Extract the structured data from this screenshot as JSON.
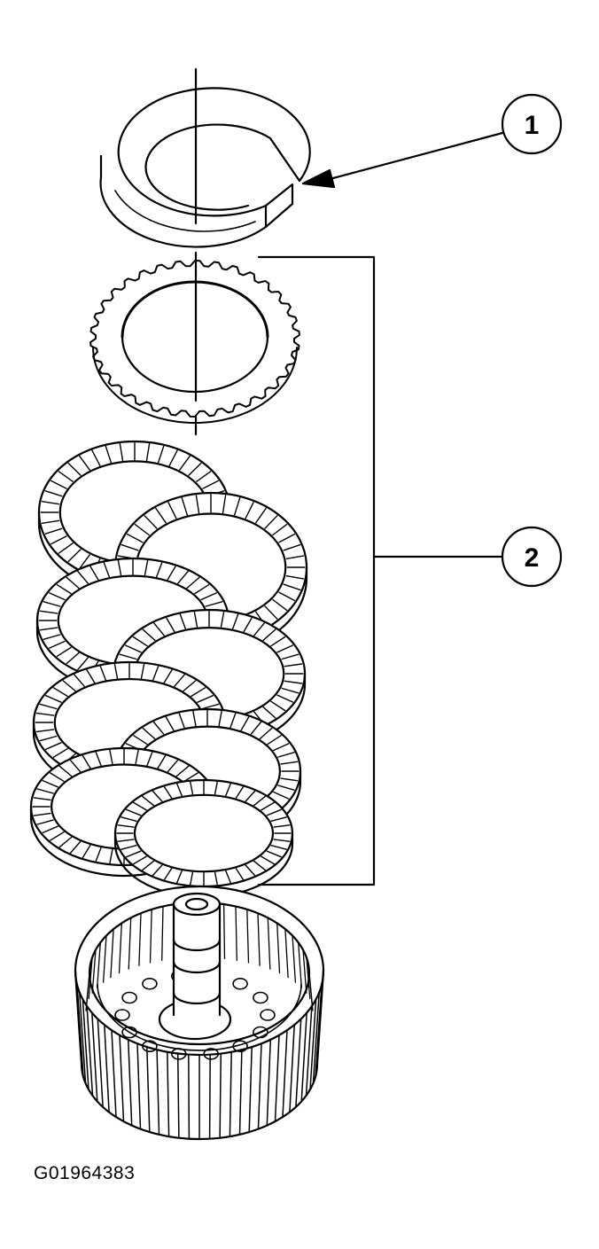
{
  "diagram": {
    "callouts": [
      {
        "id": "1",
        "label": "1"
      },
      {
        "id": "2",
        "label": "2"
      }
    ],
    "figure_id": "G01964383",
    "colors": {
      "ink": "#000000",
      "paper": "#ffffff"
    }
  }
}
